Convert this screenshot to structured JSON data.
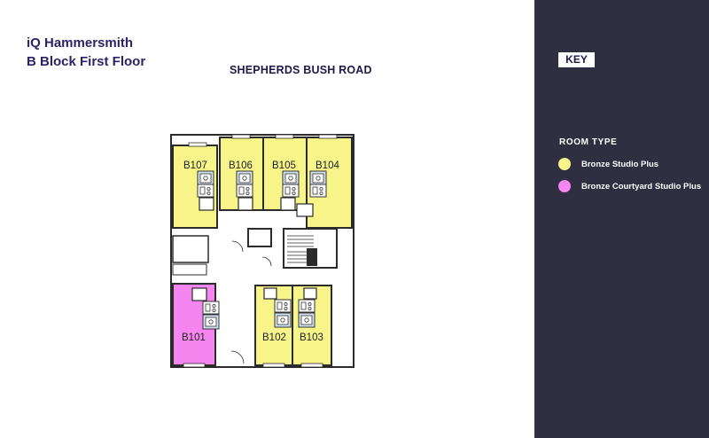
{
  "title": {
    "line1": "iQ Hammersmith",
    "line2": "B Block First Floor"
  },
  "road_label": "SHEPHERDS BUSH ROAD",
  "key": {
    "heading": "KEY",
    "room_type_heading": "ROOM TYPE",
    "items": [
      {
        "label": "Bronze Studio Plus",
        "color": "#f7f48a"
      },
      {
        "label": "Bronze Courtyard Studio Plus",
        "color": "#f586f0"
      }
    ]
  },
  "rooms": [
    {
      "id": "B107",
      "type": "Bronze Studio Plus"
    },
    {
      "id": "B106",
      "type": "Bronze Studio Plus"
    },
    {
      "id": "B105",
      "type": "Bronze Studio Plus"
    },
    {
      "id": "B104",
      "type": "Bronze Studio Plus"
    },
    {
      "id": "B101",
      "type": "Bronze Courtyard Studio Plus"
    },
    {
      "id": "B102",
      "type": "Bronze Studio Plus"
    },
    {
      "id": "B103",
      "type": "Bronze Studio Plus"
    }
  ],
  "colors": {
    "key_panel": "#302f42",
    "title": "#2a2466",
    "wall": "#2b2b2b"
  }
}
